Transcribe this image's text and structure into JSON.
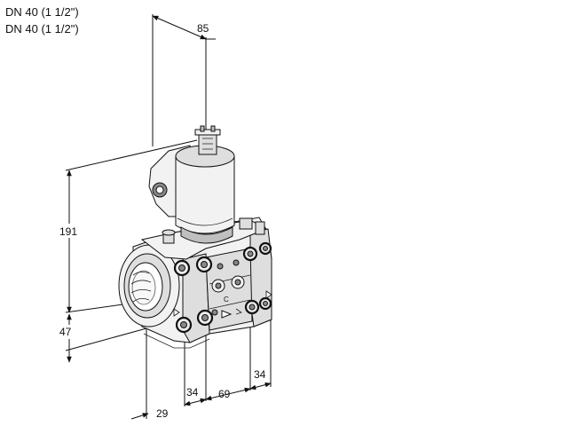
{
  "header": {
    "line1": "DN 40 (1 1/2\")",
    "line2": "DN 40 (1 1/2\")"
  },
  "dimensions": {
    "top_width": "85",
    "total_height": "191",
    "lower_height": "47",
    "base_depth": "29",
    "flange_left": "34",
    "center_width": "69",
    "flange_right": "34"
  },
  "symbols": {
    "valve_mark": "C"
  }
}
